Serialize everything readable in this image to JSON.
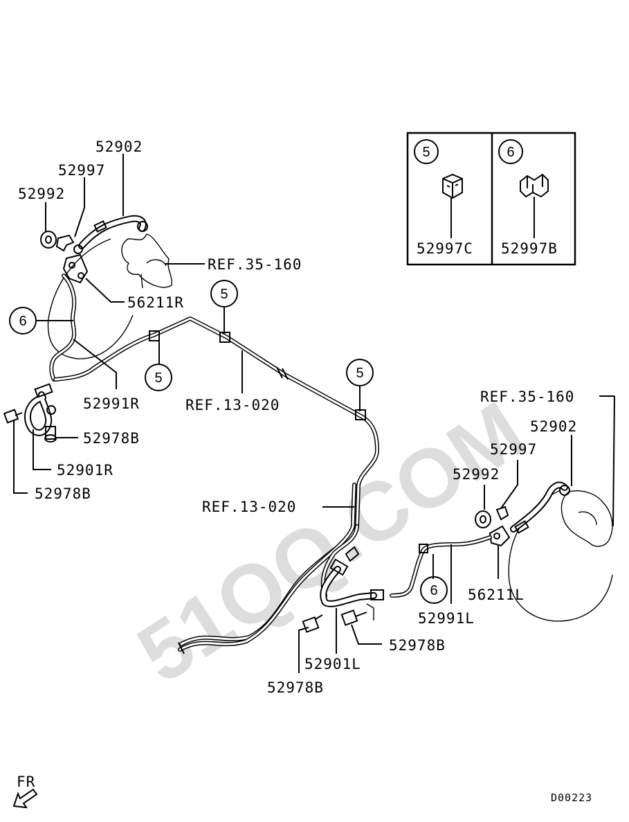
{
  "watermark": "51QQ.COM",
  "callouts": {
    "left_52902": "52902",
    "left_52997": "52997",
    "left_52992": "52992",
    "left_ref35": "REF.35-160",
    "left_56211": "56211R",
    "left_52991": "52991R",
    "left_52978b_a": "52978B",
    "left_52901": "52901R",
    "left_52978b_b": "52978B",
    "ref13_top": "REF.13-020",
    "ref13_mid": "REF.13-020",
    "right_ref35": "REF.35-160",
    "right_52902": "52902",
    "right_52997": "52997",
    "right_52992": "52992",
    "right_56211": "56211L",
    "right_52991": "52991L",
    "right_52978b_a": "52978B",
    "right_52901": "52901L",
    "right_52978b_b": "52978B"
  },
  "circle_refs": {
    "c6_left": "6",
    "c5_a": "5",
    "c5_b": "5",
    "c5_c": "5",
    "c6_right": "6"
  },
  "inset": {
    "cell1_num": "5",
    "cell1_part": "52997C",
    "cell2_num": "6",
    "cell2_part": "52997B"
  },
  "orientation_label": "FR",
  "diagram_code": "D00223"
}
